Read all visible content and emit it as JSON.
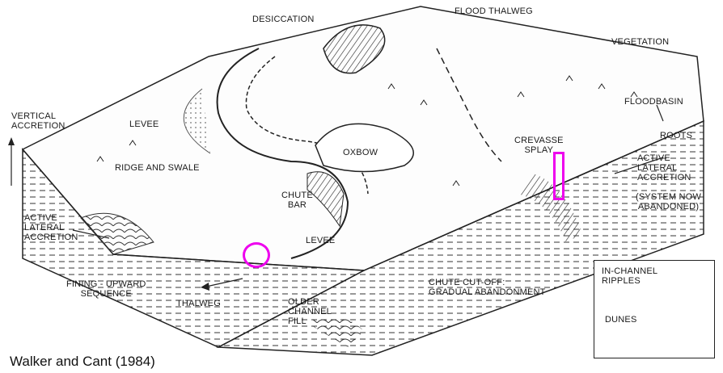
{
  "labels": {
    "desiccation": "DESICCATION",
    "flood_thalweg": "FLOOD THALWEG",
    "vegetation": "VEGETATION",
    "floodbasin": "FLOODBASIN",
    "roots": "ROOTS",
    "vertical_accretion": "VERTICAL\nACCRETION",
    "levee_top": "LEVEE",
    "ridge_and_swale": "RIDGE AND SWALE",
    "oxbow": "OXBOW",
    "crevasse_splay": "CREVASSE\nSPLAY",
    "active_lateral_accretion_right": "ACTIVE\nLATERAL\nACCRETION",
    "system_now_abandoned": "(SYSTEM NOW\nABANDONED)",
    "chute_bar": "CHUTE\nBAR",
    "active_lateral_accretion_left": "ACTIVE\nLATERAL\nACCRETION",
    "levee_bottom": "LEVEE",
    "fining_upward_sequence": "FINING - UPWARD\nSEQUENCE",
    "thalweg": "THALWEG",
    "older_channel_fill": "OLDER\nCHANNEL\nFILL",
    "chute_cutoff": "CHUTE CUT-OFF:\nGRADUAL ABANDONMENT"
  },
  "key": {
    "in_channel_ripples": "IN-CHANNEL\nRIPPLES",
    "dunes": "DUNES"
  },
  "credit": "Walker and Cant (1984)",
  "highlight_color": "#ee00ee"
}
